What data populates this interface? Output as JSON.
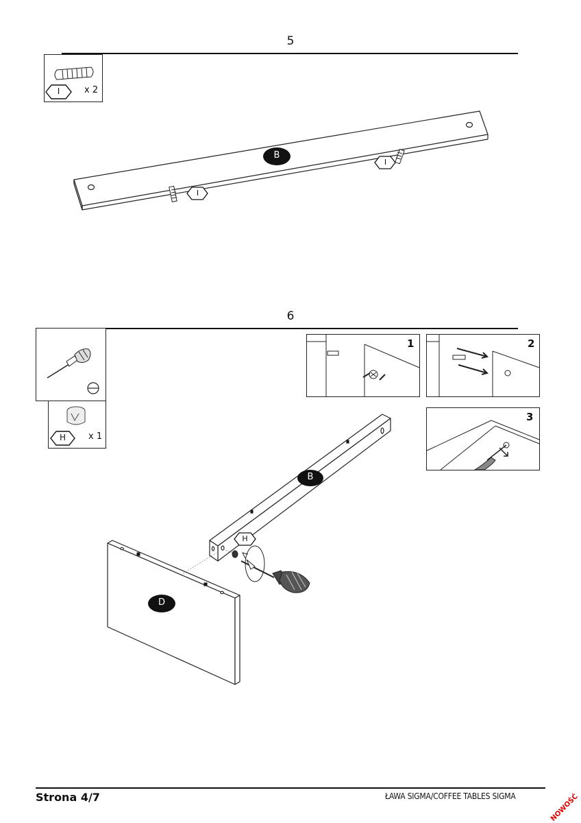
{
  "step5": {
    "number": "5",
    "part_label": "I",
    "part_qty": "x 2",
    "board_label": "B",
    "dowel_label_right": "I",
    "dowel_label_left": "I"
  },
  "step6": {
    "number": "6",
    "tool_symbol": "⊖",
    "part_label": "H",
    "part_qty": "x 1",
    "inset1_label": "1",
    "inset2_label": "2",
    "inset3_label": "3",
    "board_b_label": "B",
    "cam_label": "H",
    "panel_d_label": "D"
  },
  "footer": {
    "page": "Strona 4/7",
    "title": "ŁAWA SIGMA/COFFEE TABLES SIGMA",
    "badge": "NOWOŚĆ"
  }
}
